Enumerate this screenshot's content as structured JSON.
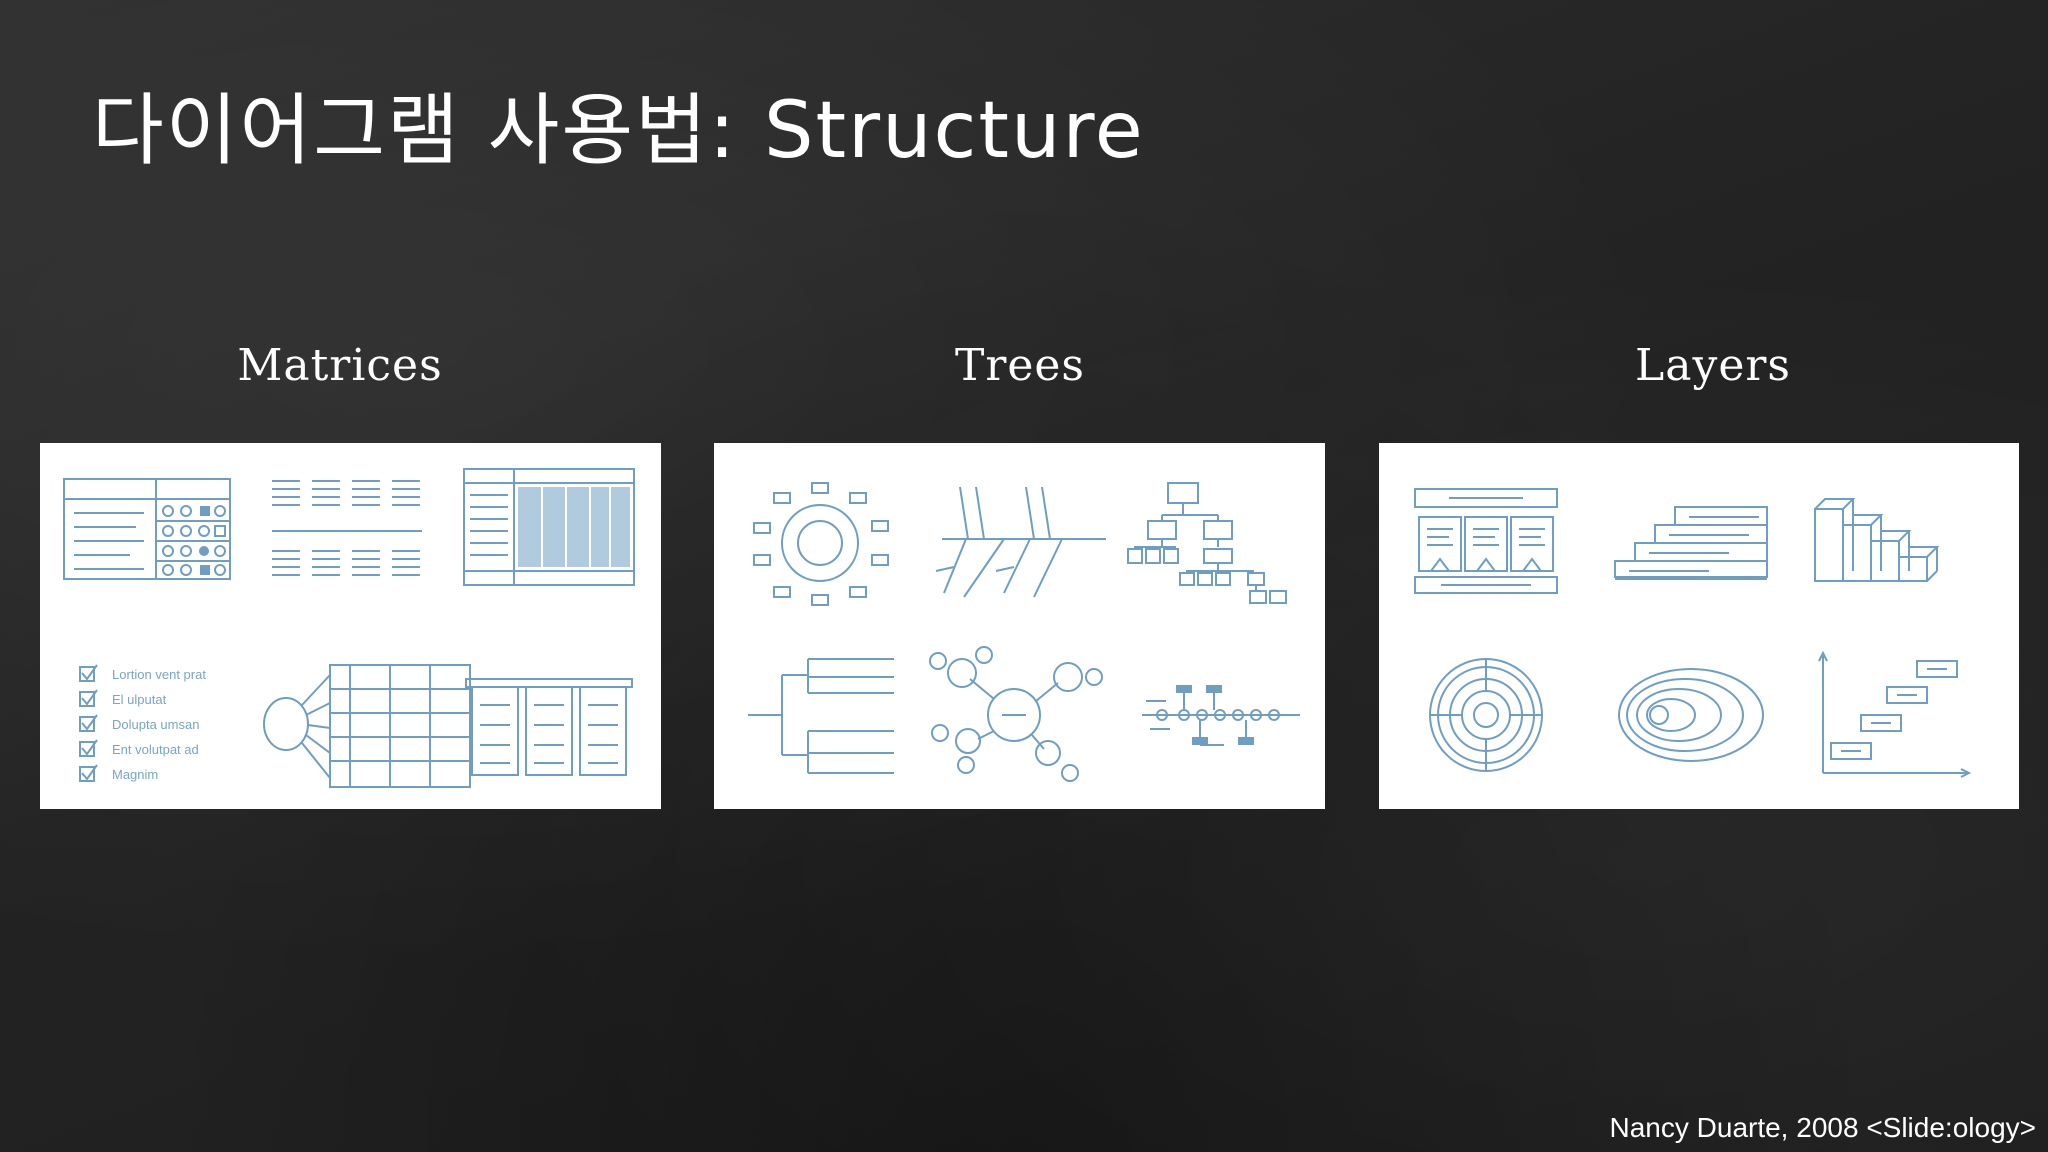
{
  "slide": {
    "title": "다이어그램 사용법: Structure",
    "credit": "Nancy Duarte, 2008 <Slide:ology>"
  },
  "sections": [
    {
      "label": "Matrices"
    },
    {
      "label": "Trees"
    },
    {
      "label": "Layers"
    }
  ],
  "matrices": {
    "checklist": [
      "Lortion vent prat",
      "El ulputat",
      "Dolupta umsan",
      "Ent volutpat ad",
      "Magnim"
    ]
  },
  "colors": {
    "background": "#262626",
    "diagram_stroke": "#6f9ec2",
    "panel": "#ffffff"
  }
}
